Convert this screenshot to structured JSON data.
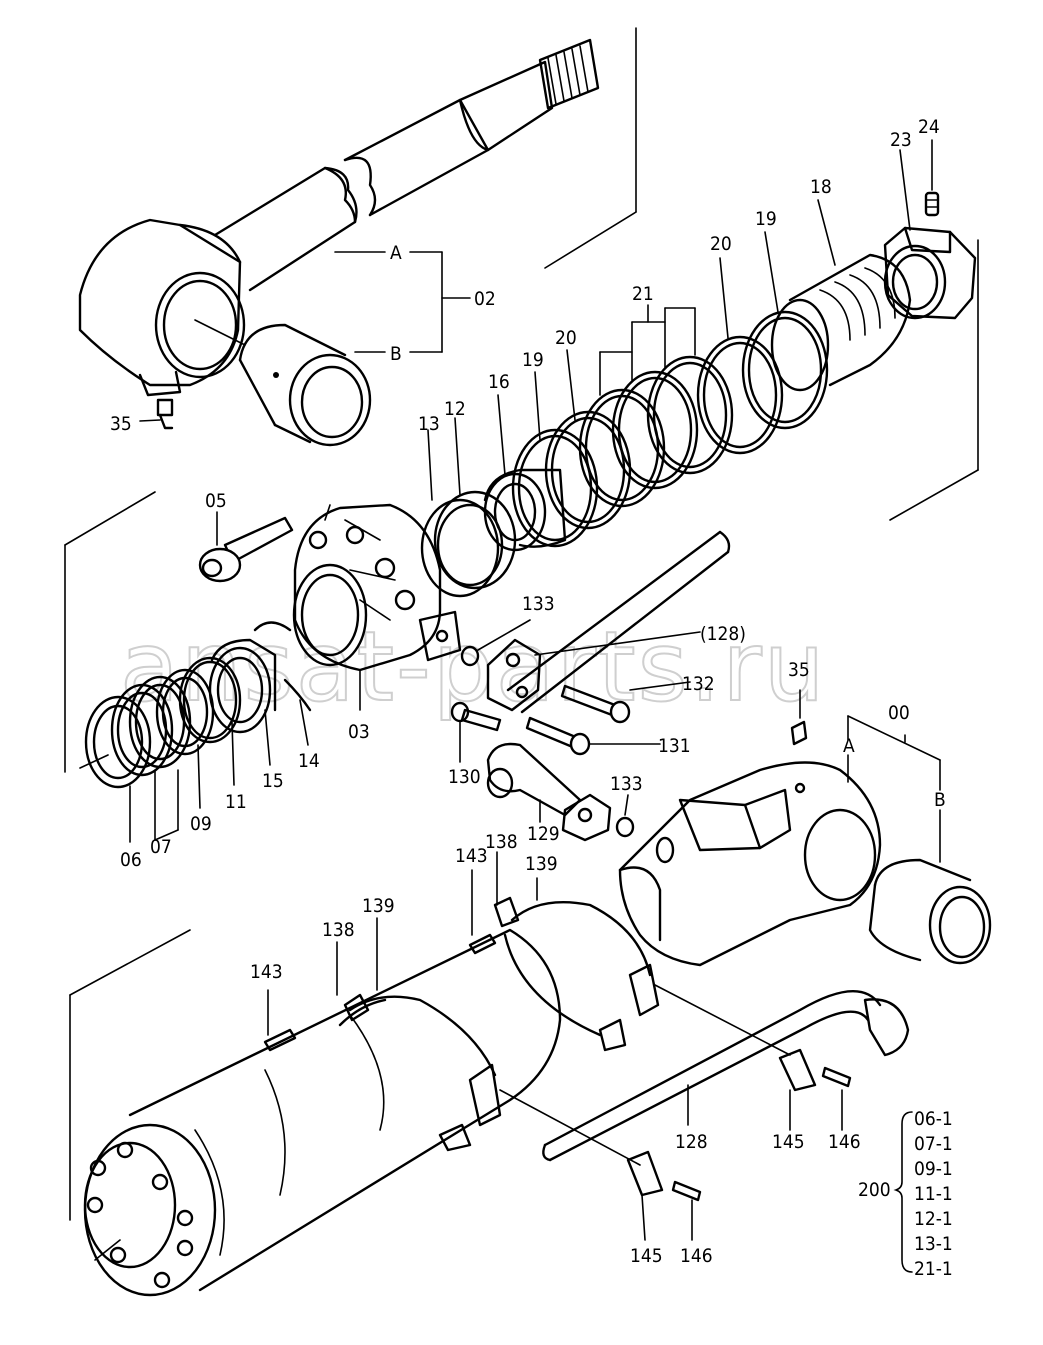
{
  "watermark": "ansat-parts.ru",
  "labels": {
    "l00": "00",
    "l02": "02",
    "l03": "03",
    "l05": "05",
    "l06": "06",
    "l07": "07",
    "l09": "09",
    "l11": "11",
    "l12": "12",
    "l13": "13",
    "l14": "14",
    "l15": "15",
    "l16": "16",
    "l18": "18",
    "l19a": "19",
    "l19b": "19",
    "l20a": "20",
    "l20b": "20",
    "l21": "21",
    "l23": "23",
    "l24": "24",
    "l35a": "35",
    "l35b": "35",
    "l128a": "(128)",
    "l128b": "128",
    "l129": "129",
    "l130": "130",
    "l131": "131",
    "l132": "132",
    "l133a": "133",
    "l133b": "133",
    "l138a": "138",
    "l138b": "138",
    "l139a": "139",
    "l139b": "139",
    "l143a": "143",
    "l143b": "143",
    "l145a": "145",
    "l145b": "145",
    "l146a": "146",
    "l146b": "146",
    "lA1": "A",
    "lB1": "B",
    "lA2": "A",
    "lB2": "B"
  },
  "kit": {
    "number": "200",
    "items": [
      "06-1",
      "07-1",
      "09-1",
      "11-1",
      "12-1",
      "13-1",
      "21-1"
    ]
  }
}
